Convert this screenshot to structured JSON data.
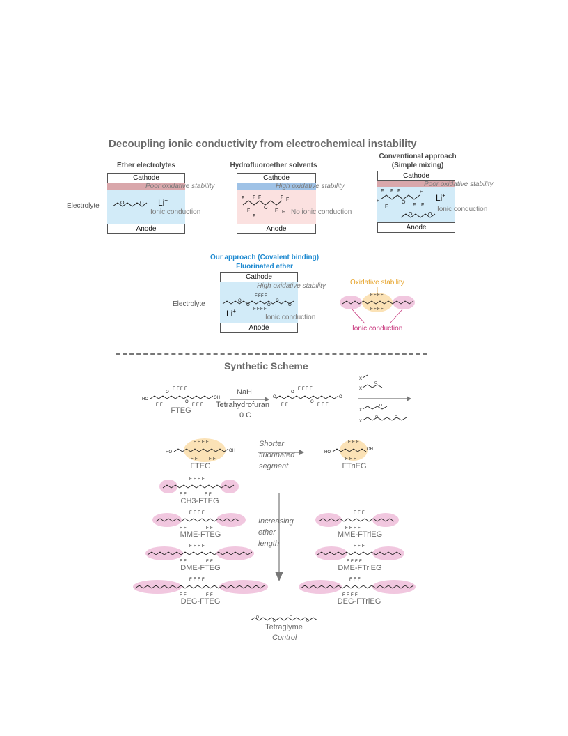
{
  "main_title": "Decoupling ionic conductivity from electrochemical instability",
  "panels": {
    "ether": {
      "title": "Ether electrolytes",
      "cathode": "Cathode",
      "anode": "Anode",
      "stability": "Poor oxidative stability",
      "conduction": "Ionic conduction",
      "ion": "Li",
      "ion_sup": "+"
    },
    "hfe": {
      "title": "Hydrofluoroether solvents",
      "cathode": "Cathode",
      "anode": "Anode",
      "stability": "High oxidative stability",
      "conduction": "No ionic conduction"
    },
    "conventional": {
      "title_line1": "Conventional approach",
      "title_line2": "(Simple mixing)",
      "cathode": "Cathode",
      "anode": "Anode",
      "stability": "Poor oxidative stability",
      "conduction": "Ionic conduction",
      "ion": "Li",
      "ion_sup": "+"
    },
    "ours": {
      "title_line1": "Our approach (Covalent binding)",
      "title_line2": "Fluorinated ether",
      "cathode": "Cathode",
      "anode": "Anode",
      "stability": "High oxidative stability",
      "conduction": "Ionic conduction",
      "ion": "Li",
      "ion_sup": "+"
    }
  },
  "electrolyte_label": "Electrolyte",
  "legend": {
    "oxidative": "Oxidative stability",
    "ionic": "Ionic conduction"
  },
  "synthesis": {
    "title": "Synthetic Scheme",
    "reagent": "NaH",
    "solvent": "Tetrahydrofuran",
    "temp": "0 C",
    "start": "FTEG",
    "shorter_line1": "Shorter",
    "shorter_line2": "fluorinated",
    "shorter_line3": "segment",
    "increasing_line1": "Increasing",
    "increasing_line2": "ether",
    "increasing_line3": "length",
    "fteg_series": [
      "FTEG",
      "CH3-FTEG",
      "MME-FTEG",
      "DME-FTEG",
      "DEG-FTEG"
    ],
    "ftrieg_series": [
      "FTriEG",
      "MME-FTriEG",
      "DME-FTriEG",
      "DEG-FTriEG"
    ],
    "control_name": "Tetraglyme",
    "control_label": "Control"
  },
  "colors": {
    "ether_blue": "#d2ebf8",
    "hfe_pink": "#fbe1e0",
    "poor_band": "#d9a7ab",
    "high_band": "#9fc2e6",
    "pink_highlight": "#f1c7df",
    "orange_highlight": "#fbe2b6",
    "oxidative_text": "#e6a329",
    "ionic_text": "#c8387e",
    "accent_blue": "#1f8ad0"
  }
}
